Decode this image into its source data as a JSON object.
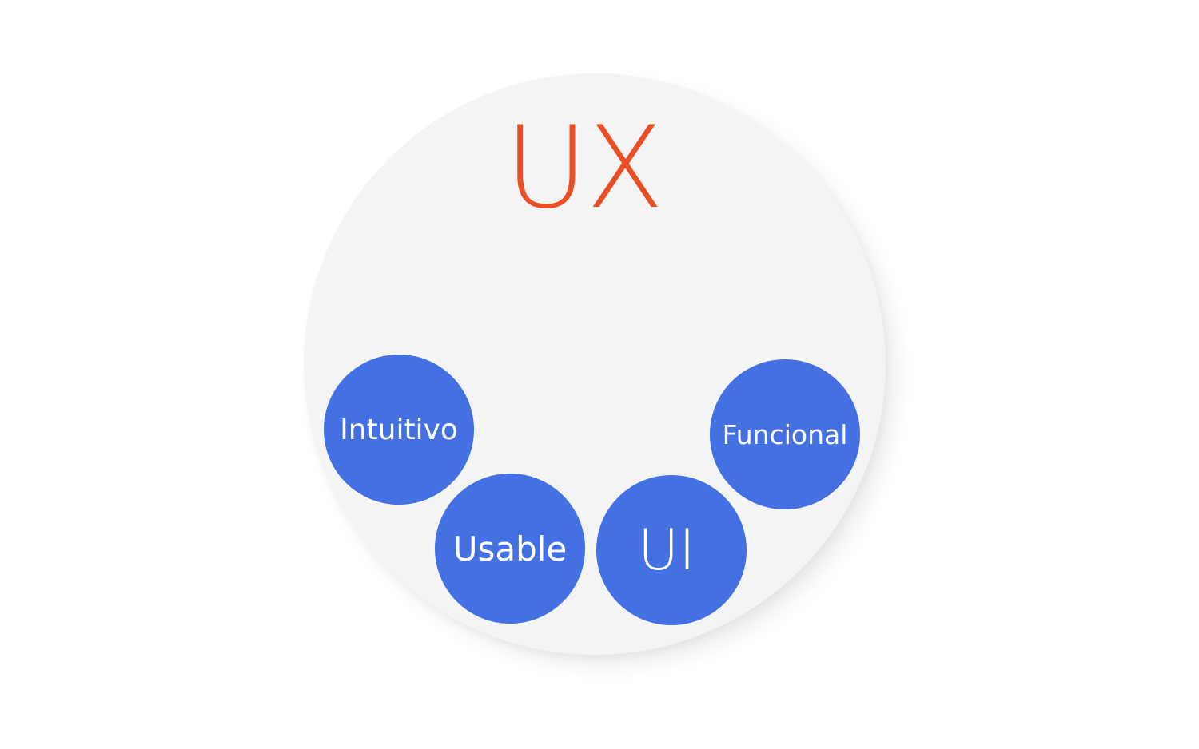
{
  "diagram": {
    "title": "UX",
    "nodes": [
      {
        "id": "intuitivo",
        "label": "Intuitivo"
      },
      {
        "id": "usable",
        "label": "Usable"
      },
      {
        "id": "ui",
        "label": "UI"
      },
      {
        "id": "funcional",
        "label": "Funcional"
      }
    ]
  },
  "colors": {
    "outer_circle": "#f4f4f4",
    "title": "#ea4e24",
    "node_fill": "#4470e2",
    "node_text": "#ffffff"
  }
}
